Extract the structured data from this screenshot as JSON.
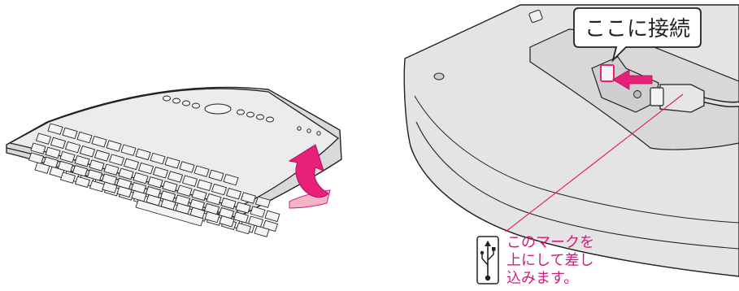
{
  "colors": {
    "accent_pink": "#e8207a",
    "note_pink": "#d6197a",
    "outline": "#222222",
    "body_fill": "#e6e6e6",
    "underside_fill": "#cfcfcf"
  },
  "callout": {
    "label": "ここに接続"
  },
  "usb_note": {
    "icon": "usb-icon",
    "lines": [
      "このマークを",
      "上にして差し",
      "込みます。"
    ]
  }
}
